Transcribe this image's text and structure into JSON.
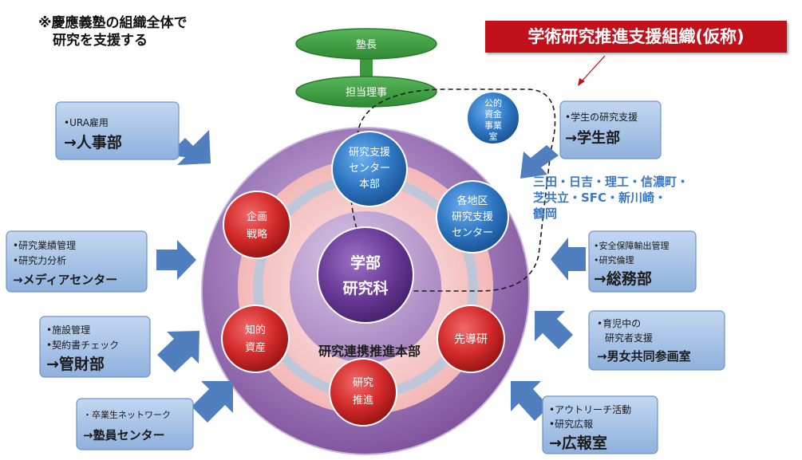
{
  "intro": {
    "line1": "※慶應義塾の組織全体で",
    "line2": "研究を支援する"
  },
  "org_banner": "学術研究推進支援組織(仮称)",
  "top": {
    "president": "塾長",
    "director": "担当理事"
  },
  "inner_circles": {
    "center": {
      "line1": "学部",
      "line2": "研究科"
    },
    "research_support_hq": {
      "line1": "研究支援",
      "line2": "センター",
      "line3": "本部"
    },
    "regional_centers": {
      "line1": "各地区",
      "line2": "研究支援",
      "line3": "センター"
    },
    "planning": {
      "line1": "企画",
      "line2": "戦略"
    },
    "ip": {
      "line1": "知的",
      "line2": "資産"
    },
    "promotion": {
      "line1": "研究",
      "line2": "推進"
    },
    "advanced": {
      "line1": "先導研"
    },
    "public_funds": {
      "line1": "公的",
      "line2": "資金",
      "line3": "事業",
      "line4": "室"
    }
  },
  "ring_label": "研究連携推進本部",
  "campus": {
    "line1": "三田・日吉・理工・信濃町・",
    "line2": "芝共立・SFC・新川崎・",
    "line3": "鶴岡"
  },
  "boxes": {
    "hr": {
      "item1": "•URA雇用",
      "dept": "→人事部"
    },
    "media": {
      "item1": "•研究業績管理",
      "item2": "•研究力分析",
      "dept": "→メディアセンター"
    },
    "facilities": {
      "item1": "•施設管理",
      "item2": "•契約書チェック",
      "dept": "→管財部"
    },
    "alumni": {
      "item1": "・卒業生ネットワーク",
      "dept": "→塾員センター"
    },
    "students": {
      "item1": "•学生の研究支援",
      "dept": "→学生部"
    },
    "general": {
      "item1": "•安全保障輸出管理",
      "item2": "•研究倫理",
      "dept": "→総務部"
    },
    "gender": {
      "item1": "•育児中の",
      "item2": "研究者支援",
      "dept": "→男女共同参画室"
    },
    "pr": {
      "item1": "•アウトリーチ活動",
      "item2": "•研究広報",
      "dept": "→広報室"
    }
  },
  "colors": {
    "outer_circle": "#8b62a6",
    "ring": "#f6c9c9",
    "blue_circle": "#2f78c4",
    "red_circle": "#d42a2a",
    "purple_center": "#6a3b98",
    "green": "#3a9a3c",
    "box_fill": "#9fbde4",
    "arrow": "#4f7fbf",
    "banner": "#c1121c",
    "campus_text": "#3a77c4"
  }
}
